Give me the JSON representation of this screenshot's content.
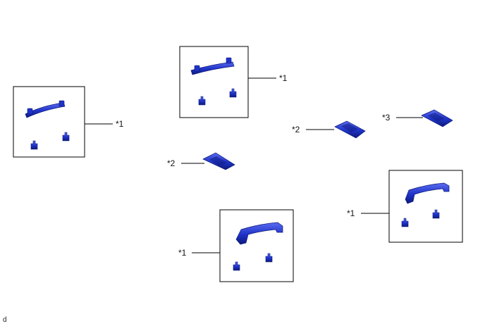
{
  "colors": {
    "part": "#1f33c8",
    "part_dark": "#0d1a7a",
    "part_light": "#5a6cf0",
    "line": "#000000"
  },
  "callouts": [
    {
      "id": "c1",
      "text": "*1"
    },
    {
      "id": "c2",
      "text": "*1"
    },
    {
      "id": "c3",
      "text": "*2"
    },
    {
      "id": "c4",
      "text": "*3"
    },
    {
      "id": "c5",
      "text": "*2"
    },
    {
      "id": "c6",
      "text": "*1"
    },
    {
      "id": "c7",
      "text": "*1"
    }
  ],
  "footer": {
    "code": "d"
  }
}
